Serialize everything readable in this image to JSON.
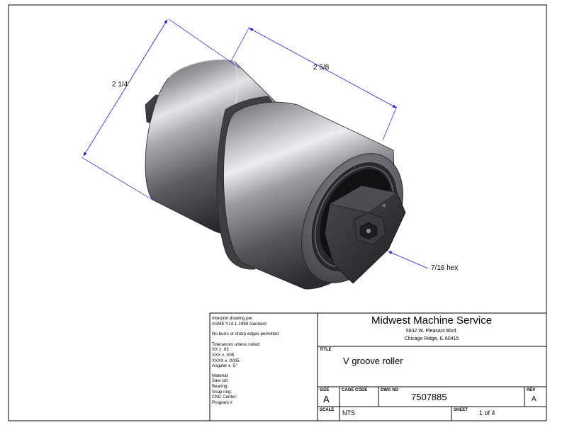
{
  "dimensions": {
    "height": "2 1/4",
    "length": "2 5/8",
    "hex_callout": "7/16 hex"
  },
  "notes": {
    "interpret_line1": "Interpret drawing per",
    "interpret_line2": "ASME Y14.1-1999 standard",
    "burrs": "No burrs or sharp edges permitted",
    "tol_header": "Tolerances unless noted:",
    "tol_xx": "XX ± .03",
    "tol_xxx": "XXX ± .005",
    "tol_xxxx": "XXXX ± .0005",
    "tol_angular": "Angular ± .5°",
    "material": "Material:",
    "saw_cut": "Saw cut:",
    "bearing": "Bearing:",
    "snap_ring": "Snap ring:",
    "cnc_center": "CNC Center:",
    "program": "Program #"
  },
  "company": {
    "name": "Midwest Machine Service",
    "address1": "5632 W. Pleasant Blvd.",
    "address2": "Chicago Ridge, IL 60415"
  },
  "title_block": {
    "title_label": "TITLE",
    "title": "V groove roller",
    "size_label": "SIZE",
    "size": "A",
    "cage_label": "CAGE CODE",
    "dwg_label": "DWG NO",
    "dwg_no": "7507885",
    "rev_label": "REV",
    "rev": "A",
    "scale_label": "SCALE",
    "scale": "NTS",
    "sheet_label": "SHEET",
    "sheet": "1 of 4"
  },
  "colors": {
    "dimension": "#1a1acc",
    "border": "#000000",
    "steel_dark": "#3a3a40",
    "steel_light": "#d8d8dc"
  }
}
